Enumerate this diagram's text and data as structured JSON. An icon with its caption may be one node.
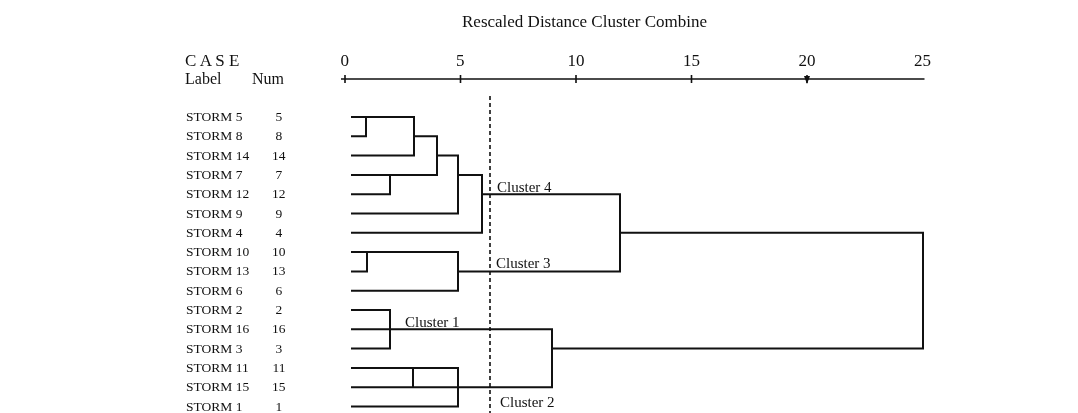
{
  "diagram": {
    "title": "Rescaled Distance Cluster Combine",
    "labels": [
      "C A S E",
      "Label",
      "Num",
      "0",
      "5",
      "10",
      "15",
      "20",
      "25",
      "STORM 5",
      "5",
      "STORM 8",
      "8",
      "STORM 14",
      "14",
      "STORM 7",
      "7",
      "Cluster 4",
      "STORM 12",
      "12",
      "STORM 9",
      "9",
      "STORM 4",
      "4",
      "STORM 10",
      "10",
      "STORM 13",
      "13",
      "Cluster 3",
      "STORM 6",
      "6",
      "STORM 2",
      "2",
      "Cluster 1",
      "STORM 16",
      "16",
      "STORM 3",
      "3",
      "STORM 11",
      "11",
      "STORM 15",
      "15",
      "STORM 1",
      "1",
      "Cluster 2"
    ]
  }
}
